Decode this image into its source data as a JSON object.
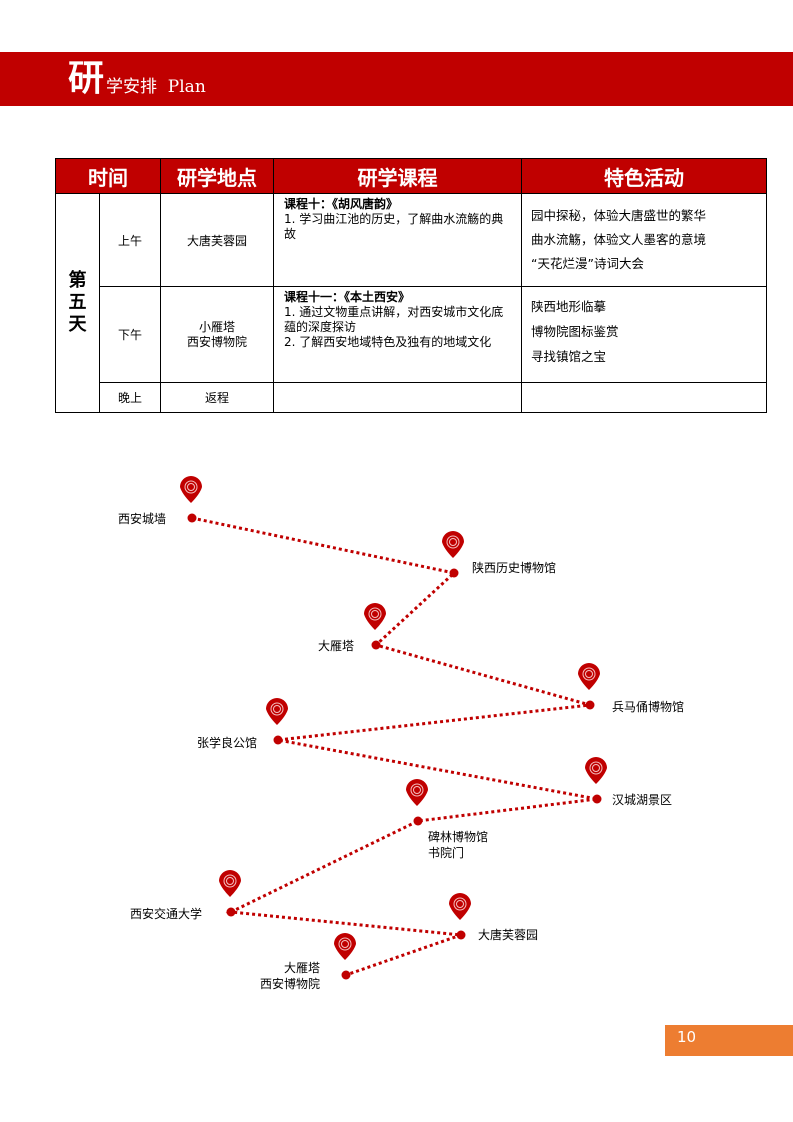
{
  "header": {
    "title_big": "研",
    "title_rest": "学安排  Plan"
  },
  "table": {
    "headers": [
      "时间",
      "研学地点",
      "研学课程",
      "特色活动"
    ],
    "day": "第五天",
    "rows": [
      {
        "time": "上午",
        "place": "大唐芙蓉园",
        "course_title": "课程十：《胡风唐韵》",
        "course_lines": [
          "1. 学习曲江池的历史，了解曲水流觞的典故"
        ],
        "activities": [
          "园中探秘，体验大唐盛世的繁华",
          "曲水流觞，体验文人墨客的意境",
          "“天花烂漫”诗词大会"
        ]
      },
      {
        "time": "下午",
        "place": "小雁塔\n西安博物院",
        "course_title": "课程十一：《本土西安》",
        "course_lines": [
          "1. 通过文物重点讲解，对西安城市文化底蕴的深度探访",
          "2. 了解西安地域特色及独有的地域文化"
        ],
        "activities": [
          "陕西地形临摹",
          "博物院图标鉴赏",
          "寻找镇馆之宝"
        ]
      },
      {
        "time": "晚上",
        "place": "返程",
        "course_title": "",
        "course_lines": [],
        "activities": []
      }
    ]
  },
  "route": {
    "color": "#c00000",
    "stops": [
      {
        "line1": "西安城墙"
      },
      {
        "line1": "陕西历史博物馆"
      },
      {
        "line1": "大雁塔"
      },
      {
        "line1": "兵马俑博物馆"
      },
      {
        "line1": "张学良公馆"
      },
      {
        "line1": "汉城湖景区"
      },
      {
        "line1": "碑林博物馆",
        "line2": "书院门"
      },
      {
        "line1": "西安交通大学"
      },
      {
        "line1": "大唐芙蓉园"
      },
      {
        "line1": "大雁塔",
        "line2": "西安博物院"
      }
    ]
  },
  "page_number": "10"
}
